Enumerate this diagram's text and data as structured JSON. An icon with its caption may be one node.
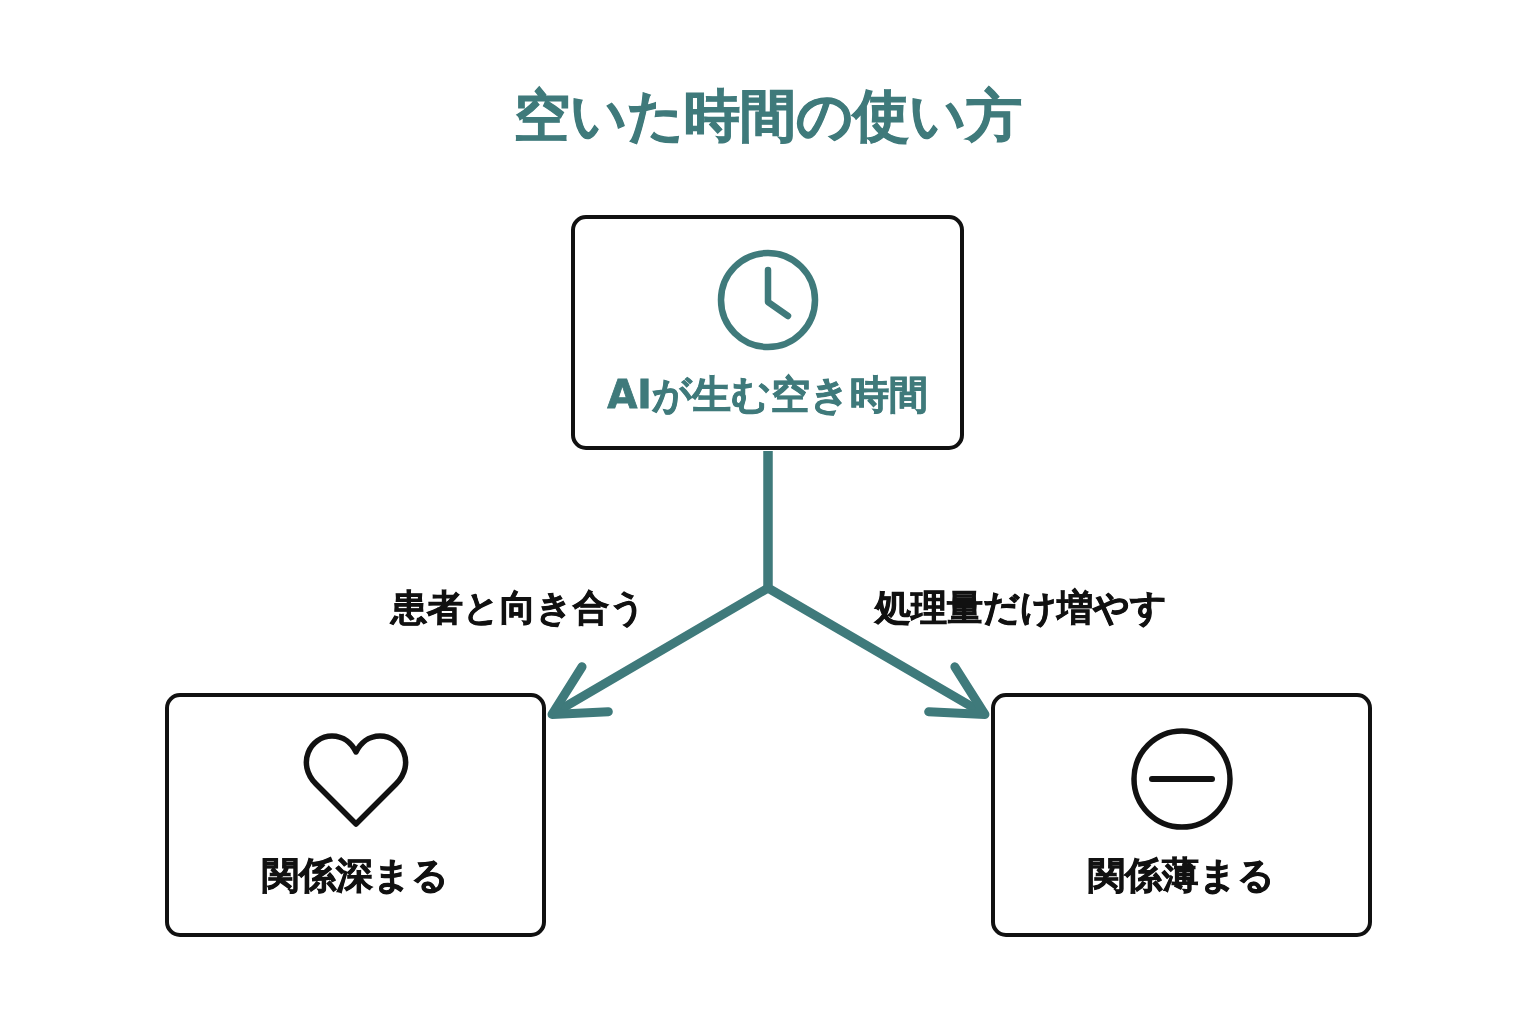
{
  "diagram": {
    "title": "空いた時間の使い方",
    "nodes": [
      {
        "text": [
          "AIが生む空き時間"
        ]
      },
      {
        "text": [
          "関係深まる"
        ]
      },
      {
        "text": [
          "関係薄まる"
        ]
      }
    ],
    "edges": [
      {
        "from": 0,
        "to": 1,
        "arrow": "to",
        "label": "患者と向き合う"
      },
      {
        "from": 0,
        "to": 2,
        "arrow": "to",
        "label": "処理量だけ増やす"
      }
    ]
  }
}
